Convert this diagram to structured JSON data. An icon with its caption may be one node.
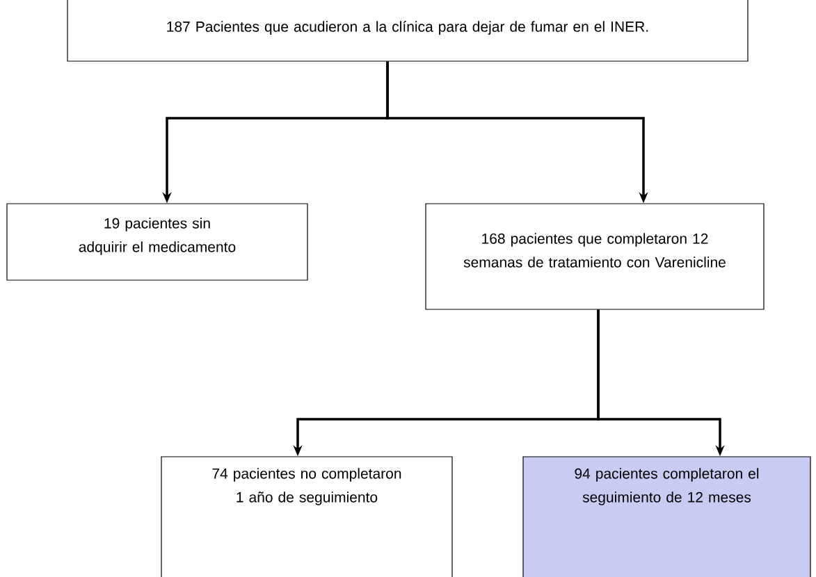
{
  "diagram": {
    "nodes": [
      {
        "text": [
          "187 Pacientes  que acudieron a la clínica para dejar de fumar en el INER."
        ]
      },
      {
        "text": [
          "19 pacientes sin adquirir el medicamento"
        ]
      },
      {
        "text": [
          "168 pacientes que completaron 12 semanas de tratamiento con Varenicline"
        ]
      },
      {
        "text": [
          "74 pacientes  no completaron 1 año de seguimiento"
        ]
      },
      {
        "text": [
          "94 pacientes  completaron el seguimiento de 12 meses"
        ]
      }
    ],
    "edges": [
      {
        "from": 0,
        "to": 1,
        "arrow": "to"
      },
      {
        "from": 0,
        "to": 2,
        "arrow": "to"
      },
      {
        "from": 2,
        "to": 3,
        "arrow": "to"
      },
      {
        "from": 2,
        "to": 4,
        "arrow": "to"
      }
    ]
  }
}
